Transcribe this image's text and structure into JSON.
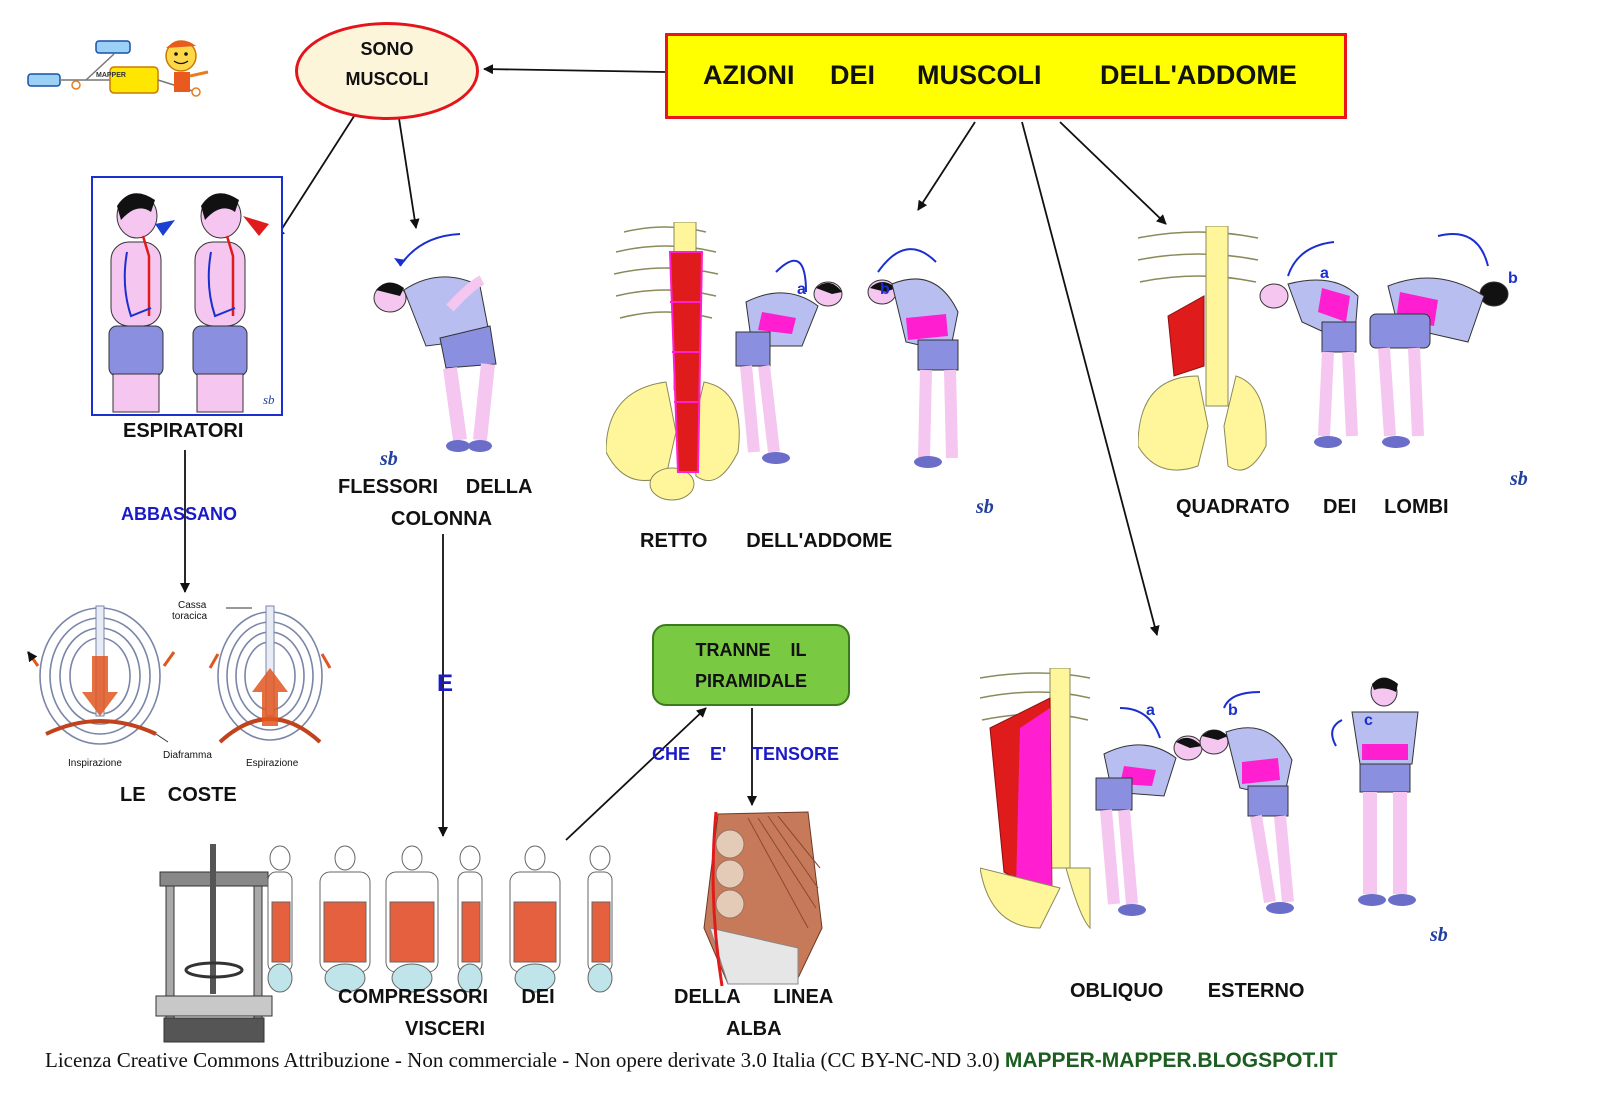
{
  "title": {
    "words": [
      "AZIONI",
      "DEI",
      "MUSCOLI",
      "DELL'ADDOME"
    ]
  },
  "sono_muscoli": {
    "line1": "SONO",
    "line2": "MUSCOLI"
  },
  "logo": {
    "text": "MAPPER"
  },
  "espiratori": {
    "label": "ESPIRATORI",
    "verb": "ABBASSANO",
    "target": "LE    COSTE"
  },
  "ribcage": {
    "cassa": "Cassa",
    "toracica": "toracica",
    "diaframma": "Diaframma",
    "inspirazione": "Inspirazione",
    "espirazione": "Espirazione"
  },
  "flessori": {
    "line1": "FLESSORI     DELLA",
    "line2": "COLONNA",
    "connector": "E"
  },
  "compressori": {
    "line1": "COMPRESSORI      DEI",
    "line2": "VISCERI"
  },
  "tranne": {
    "line1": "TRANNE    IL",
    "line2": "PIRAMIDALE",
    "che": "CHE    E'",
    "tensore": "TENSORE"
  },
  "linea_alba": {
    "line1": "DELLA      LINEA",
    "line2": "ALBA"
  },
  "retto": {
    "label": "RETTO       DELL'ADDOME",
    "a": "a",
    "b": "b"
  },
  "quadrato": {
    "label": "QUADRATO      DEI     LOMBI",
    "a": "a",
    "b": "b"
  },
  "obliquo": {
    "label": "OBLIQUO        ESTERNO",
    "a": "a",
    "b": "b",
    "c": "c"
  },
  "signature": "sb",
  "footer": {
    "license": "Licenza Creative Commons Attribuzione - Non commerciale - Non opere derivate 3.0 Italia (CC BY-NC-ND 3.0)",
    "site": "MAPPER-MAPPER.BLOGSPOT.IT"
  },
  "colors": {
    "title_bg": "#ffff00",
    "title_border": "#e8151b",
    "green_box": "#7ac943",
    "muscle": "#e01b1b",
    "muscle_pink": "#ff1fd0",
    "shirt": "#b8bff0",
    "skin": "#f4c6f0",
    "shorts": "#8b8fe0",
    "bone": "#fff59a",
    "link_blue": "#1a1ac8",
    "site_green": "#1b5e20"
  }
}
